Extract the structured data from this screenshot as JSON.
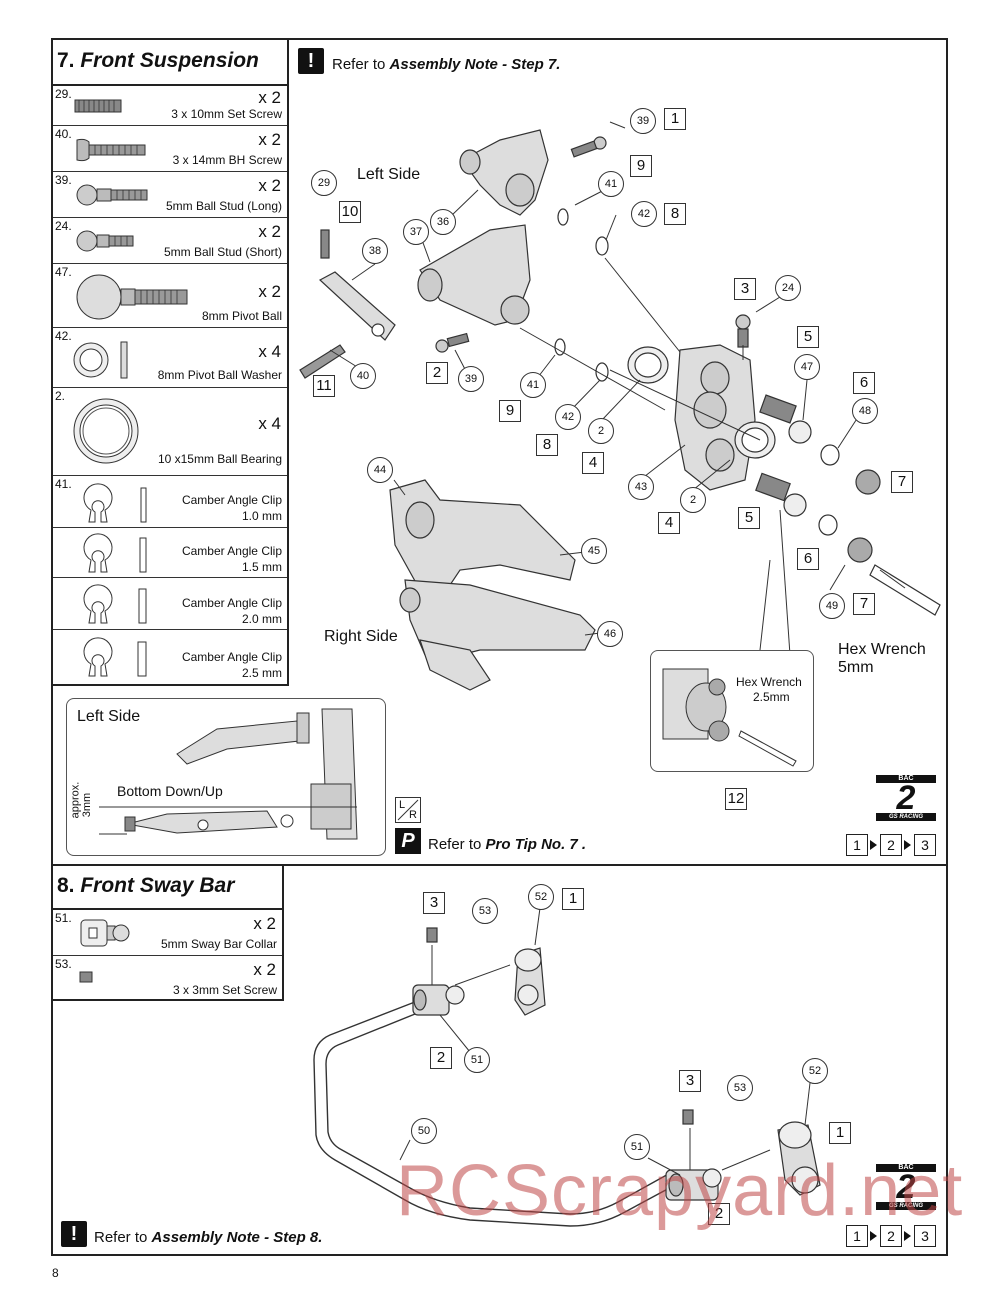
{
  "step7": {
    "number": "7.",
    "title": "Front Suspension",
    "note_prefix": "Refer to",
    "note_ref": "Assembly Note - Step 7.",
    "protip_prefix": "Refer to",
    "protip_ref": "Pro Tip No. 7 .",
    "parts": [
      {
        "id": "29.",
        "qty": "x 2",
        "desc": "3 x 10mm Set Screw"
      },
      {
        "id": "40.",
        "qty": "x 2",
        "desc": "3 x 14mm BH Screw"
      },
      {
        "id": "39.",
        "qty": "x 2",
        "desc": "5mm Ball Stud (Long)"
      },
      {
        "id": "24.",
        "qty": "x 2",
        "desc": "5mm Ball Stud (Short)"
      },
      {
        "id": "47.",
        "qty": "x 2",
        "desc": "8mm Pivot Ball"
      },
      {
        "id": "42.",
        "qty": "x 4",
        "desc": "8mm Pivot Ball Washer"
      },
      {
        "id": "2.",
        "qty": "x 4",
        "desc": "10 x15mm Ball Bearing"
      },
      {
        "id": "41.",
        "desc1": "Camber Angle Clip",
        "desc2": "1.0 mm"
      },
      {
        "desc1": "Camber Angle Clip",
        "desc2": "1.5 mm"
      },
      {
        "desc1": "Camber Angle Clip",
        "desc2": "2.0 mm"
      },
      {
        "desc1": "Camber Angle Clip",
        "desc2": "2.5 mm"
      }
    ],
    "labels": {
      "left_side": "Left Side",
      "right_side": "Right Side",
      "hex5": "Hex Wrench",
      "hex5b": "5mm",
      "hex25": "Hex Wrench",
      "hex25b": "2.5mm",
      "inset_left": "Left Side",
      "inset_bottom": "Bottom Down/Up",
      "approx": "approx.",
      "approx_val": "3mm",
      "lr_l": "L",
      "lr_r": "R"
    },
    "steps": [
      "1",
      "9",
      "8",
      "10",
      "3",
      "5",
      "6",
      "7",
      "2",
      "9",
      "8",
      "4",
      "4",
      "5",
      "6",
      "7",
      "11",
      "12"
    ],
    "circles": [
      "39",
      "41",
      "42",
      "29",
      "36",
      "37",
      "38",
      "24",
      "47",
      "48",
      "40",
      "39",
      "41",
      "42",
      "2",
      "43",
      "2",
      "49",
      "44",
      "45",
      "46"
    ]
  },
  "step8": {
    "number": "8.",
    "title": "Front Sway Bar",
    "note_prefix": "Refer to",
    "note_ref": "Assembly Note - Step 8.",
    "parts": [
      {
        "id": "51.",
        "qty": "x 2",
        "desc": "5mm Sway Bar Collar"
      },
      {
        "id": "53.",
        "qty": "x 2",
        "desc": "3 x 3mm Set Screw"
      }
    ],
    "steps": [
      "3",
      "1",
      "2",
      "3",
      "1",
      "2"
    ],
    "circles": [
      "53",
      "52",
      "51",
      "50",
      "53",
      "52",
      "51"
    ]
  },
  "logo": {
    "top": "BAC",
    "num": "2",
    "bottom": "GS RACING"
  },
  "sequence": [
    "1",
    "2",
    "3"
  ],
  "watermark": "RCScrapyard.net",
  "page_number": "8"
}
